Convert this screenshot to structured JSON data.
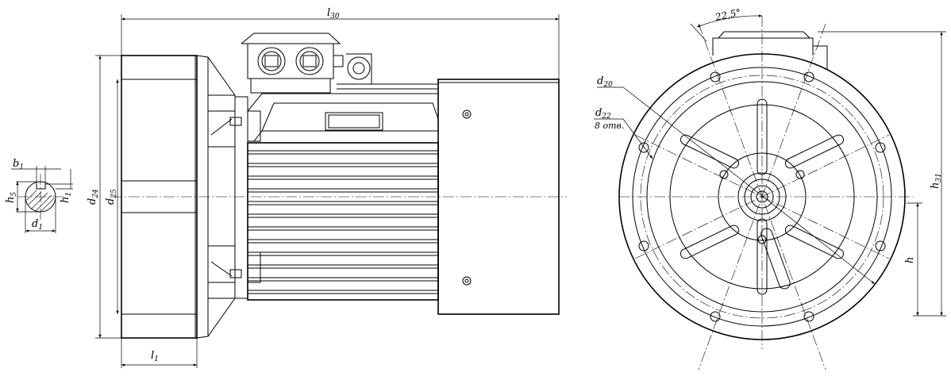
{
  "labels": {
    "l30": {
      "main": "l",
      "sub": "30"
    },
    "l1": {
      "main": "l",
      "sub": "1"
    },
    "d24": {
      "main": "d",
      "sub": "24"
    },
    "d25": {
      "main": "d",
      "sub": "25"
    },
    "b1": {
      "main": "b",
      "sub": "1"
    },
    "h5": {
      "main": "h",
      "sub": "5"
    },
    "h1": {
      "main": "h",
      "sub": "1"
    },
    "d1": {
      "main": "d",
      "sub": "1"
    },
    "d20": {
      "main": "d",
      "sub": "20"
    },
    "d22": {
      "main": "d",
      "sub": "22"
    },
    "holes": "8 отв.",
    "angle": "22,5°",
    "h31": {
      "main": "h",
      "sub": "31"
    },
    "h": "h"
  }
}
